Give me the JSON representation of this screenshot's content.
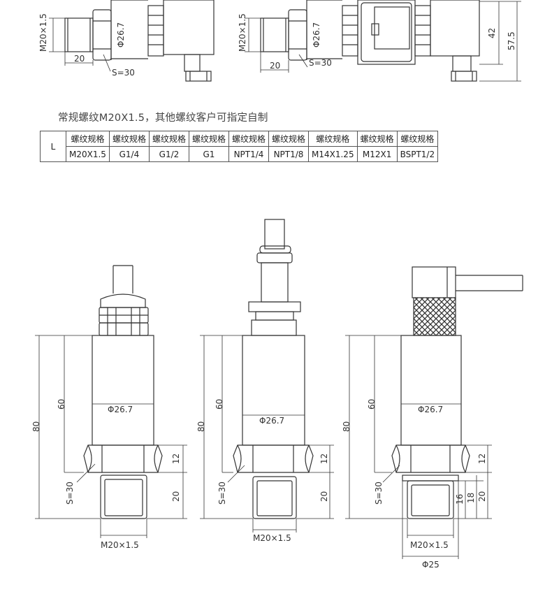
{
  "note": "常规螺纹M20X1.5，其他螺纹客户可指定自制",
  "table": {
    "row_label": "L",
    "headers": [
      "螺纹规格",
      "螺纹规格",
      "螺纹规格",
      "螺纹规格",
      "螺纹规格",
      "螺纹规格",
      "螺纹规格",
      "螺纹规格",
      "螺纹规格"
    ],
    "values": [
      "M20X1.5",
      "G1/4",
      "G1/2",
      "G1",
      "NPT1/4",
      "NPT1/8",
      "M14X1.25",
      "M12X1",
      "BSPT1/2"
    ]
  },
  "top_views": {
    "left": {
      "thread": "M20×1.5",
      "diameter": "Φ26.7",
      "thread_len": "20",
      "hex": "S=30"
    },
    "right": {
      "thread": "M20×1.5",
      "diameter": "Φ26.7",
      "thread_len": "20",
      "hex": "S=30",
      "height_a": "42",
      "height_b": "57.5"
    }
  },
  "sensors": [
    {
      "diameter": "Φ26.7",
      "total": "80",
      "body": "60",
      "hex_h": "12",
      "thread_len": "20",
      "hex": "S=30",
      "thread": "M20×1.5"
    },
    {
      "diameter": "Φ26.7",
      "total": "80",
      "body": "60",
      "hex_h": "12",
      "thread_len": "20",
      "hex": "S=30",
      "thread": "M20×1.5"
    },
    {
      "diameter": "Φ26.7",
      "total": "80",
      "body": "60",
      "hex_h": "12",
      "thread_len": "20",
      "thread_a": "16",
      "thread_b": "18",
      "hex": "S=30",
      "thread": "M20×1.5",
      "outer": "Φ25"
    }
  ]
}
